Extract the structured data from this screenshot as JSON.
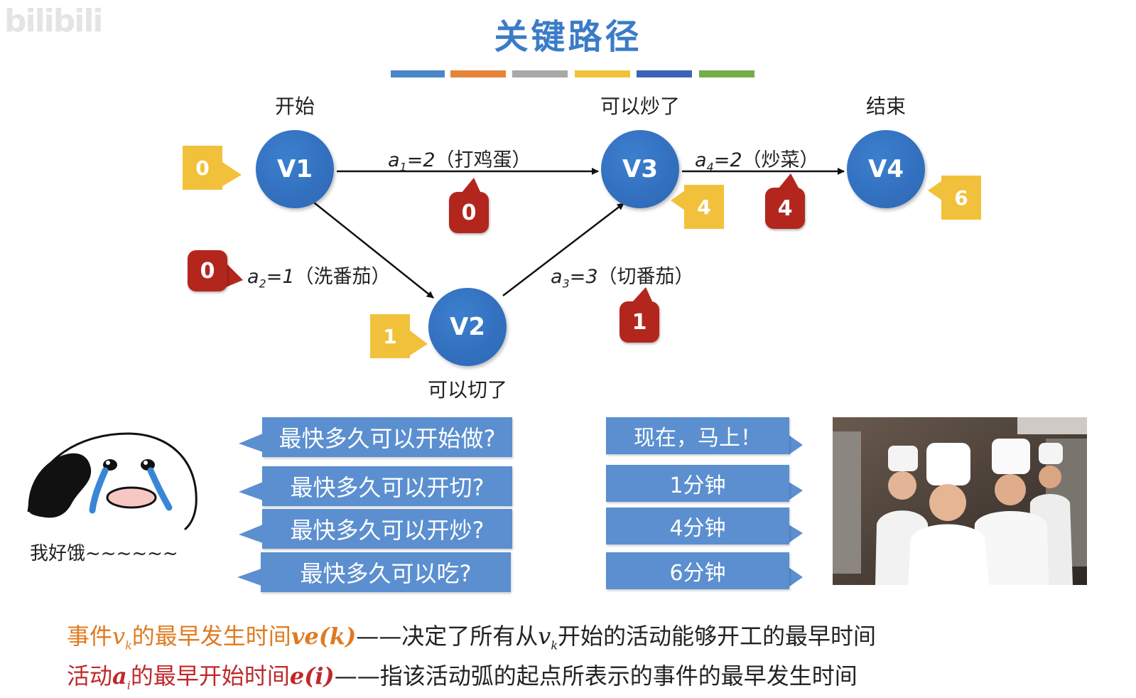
{
  "watermark": "bilibili",
  "title": "关键路径",
  "color_bar": [
    "#4a86c8",
    "#e6843a",
    "#a8a8a8",
    "#f2c23c",
    "#3d63b8",
    "#72ad47"
  ],
  "nodes": [
    {
      "id": "V1",
      "label": "开始"
    },
    {
      "id": "V2",
      "label": "可以切了"
    },
    {
      "id": "V3",
      "label": "可以炒了"
    },
    {
      "id": "V4",
      "label": "结束"
    }
  ],
  "edges": [
    {
      "name": "a",
      "sub": "1",
      "value": "=2",
      "desc": "（打鸡蛋）"
    },
    {
      "name": "a",
      "sub": "2",
      "value": "=1",
      "desc": "（洗番茄）"
    },
    {
      "name": "a",
      "sub": "3",
      "value": "=3",
      "desc": "（切番茄）"
    },
    {
      "name": "a",
      "sub": "4",
      "value": "=2",
      "desc": "（炒菜）"
    }
  ],
  "event_times": {
    "V1": "0",
    "V2": "1",
    "V3": "4",
    "V4": "6"
  },
  "activity_times": {
    "a1": "0",
    "a2": "0",
    "a3": "1",
    "a4": "4"
  },
  "questions": [
    "最快多久可以开始做?",
    "最快多久可以开切?",
    "最快多久可以开炒?",
    "最快多久可以吃?"
  ],
  "answers": [
    "现在，马上！",
    "1分钟",
    "4分钟",
    "6分钟"
  ],
  "hungry_text": "我好饿~~~~~~",
  "definitions": {
    "line1": {
      "prefix": "事件",
      "var": "v",
      "var_sub": "k",
      "mid": "的最早发生时间",
      "func": "ve(k)",
      "dash": "——决定了所有从",
      "var2": "v",
      "var2_sub": "k",
      "suffix": "开始的活动能够开工的最早时间"
    },
    "line2": {
      "prefix": "活动",
      "var": "a",
      "var_sub": "i",
      "mid": "的最早开始时间",
      "func": "e(i)",
      "dash": "——指该活动弧的起点所表示的事件的最早发生时间"
    }
  },
  "colors": {
    "node": "#2f6bbd",
    "event_box": "#f2c13b",
    "activity_box": "#b3261e",
    "title": "#3b7cc7",
    "question_box": "#5b8fd0"
  }
}
